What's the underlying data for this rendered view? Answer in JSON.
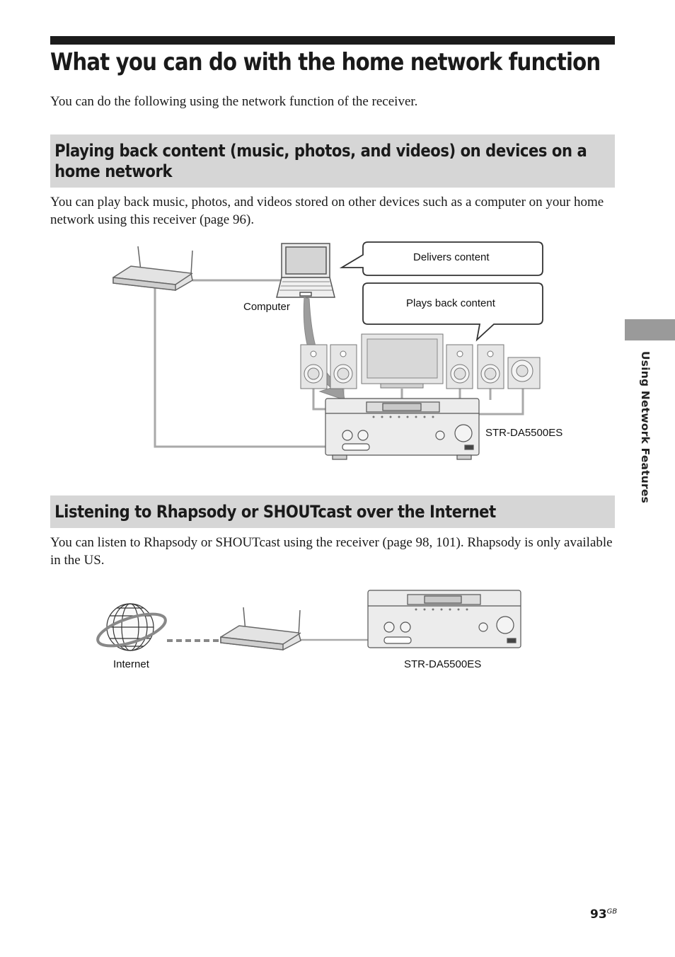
{
  "page": {
    "title": "What you can do with the home network function",
    "intro": "You can do the following using the network function of the receiver.",
    "side_tab": "Using Network Features",
    "page_number": "93",
    "page_suffix": "GB"
  },
  "section1": {
    "heading": "Playing back content (music, photos, and videos) on devices on a home network",
    "body": "You can play back music, photos, and videos stored on other devices such as a computer on your home network using this receiver (page 96).",
    "diagram": {
      "bubble_top": "Delivers content",
      "bubble_bottom": "Plays back content",
      "computer_label": "Computer",
      "receiver_label": "STR-DA5500ES"
    }
  },
  "section2": {
    "heading": "Listening to Rhapsody or SHOUTcast over the Internet",
    "body": "You can listen to Rhapsody or SHOUTcast using the receiver (page 98, 101). Rhapsody is only available in the US.",
    "diagram": {
      "internet_label": "Internet",
      "receiver_label": "STR-DA5500ES"
    }
  }
}
